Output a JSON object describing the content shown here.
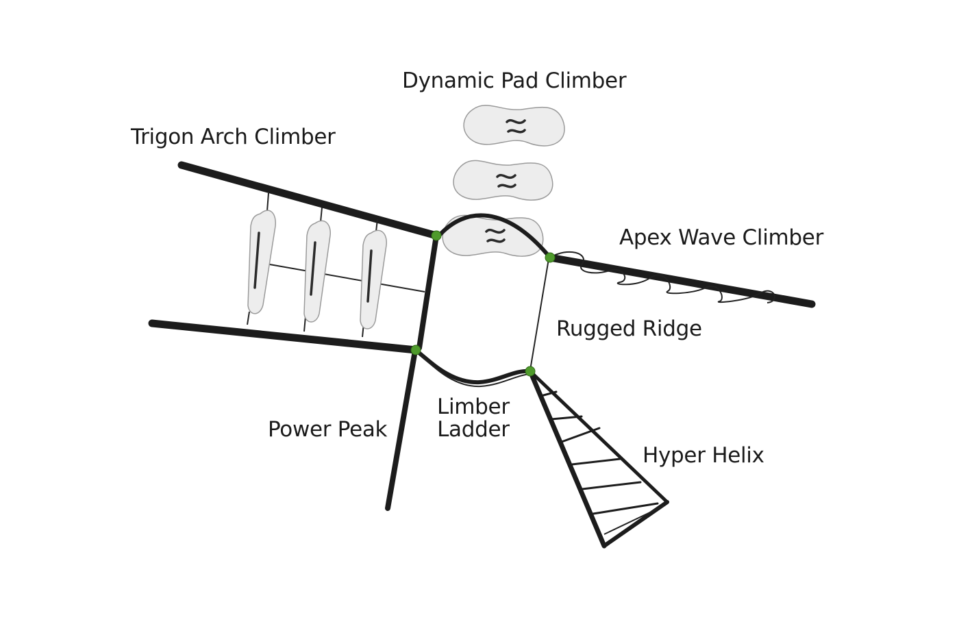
{
  "labels": {
    "dynamic_pad": "Dynamic Pad Climber",
    "trigon_arch": "Trigon Arch Climber",
    "apex_wave": "Apex Wave Climber",
    "rugged_ridge": "Rugged Ridge",
    "limber_ladder": "Limber\nLadder",
    "power_peak": "Power Peak",
    "hyper_helix": "Hyper Helix"
  },
  "colors": {
    "pole": "#1c1c1c",
    "connector_node": "#4f9a2c",
    "hold_fill": "#ededed",
    "background": "#ffffff"
  }
}
